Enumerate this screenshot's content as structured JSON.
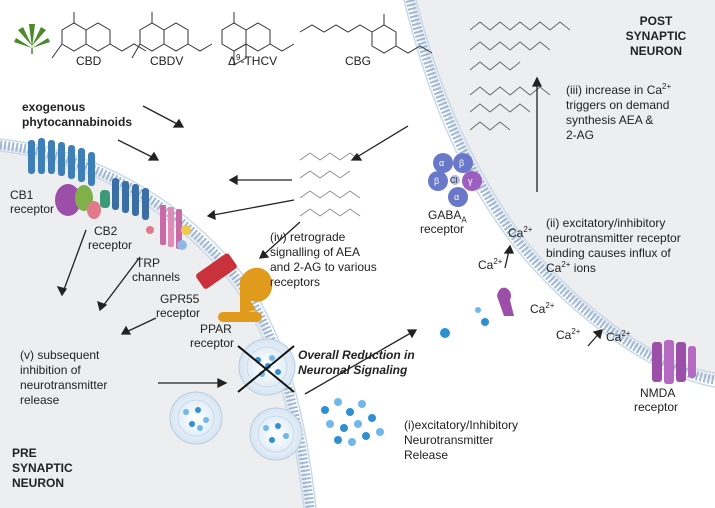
{
  "molecules": {
    "cbd": "CBD",
    "cbdv": "CBDV",
    "thcv_delta": "Δ",
    "thcv_sup": "9",
    "thcv_rest": "-THCV",
    "cbg": "CBG"
  },
  "exogenous": {
    "line1": "exogenous",
    "line2": "phytocannabinoids"
  },
  "post_neuron": {
    "line1": "POST",
    "line2": "SYNAPTIC",
    "line3": "NEURON"
  },
  "pre_neuron": {
    "line1": "PRE",
    "line2": "SYNAPTIC",
    "line3": "NEURON"
  },
  "step_iii": {
    "line1_a": "(iii) increase in Ca",
    "sup": "2+",
    "line2": "triggers on demand",
    "line3": "synthesis AEA &",
    "line4": "2-AG"
  },
  "step_ii": {
    "line1": "(ii) excitatory/inhibitory",
    "line2": "neurotransmitter receptor",
    "line3": "binding causes influx of",
    "line4_a": "Ca",
    "line4_sup": "2+",
    "line4_b": " ions"
  },
  "step_iv": {
    "line1": "(iv) retrograde",
    "line2": "signalling of AEA",
    "line3": "and 2-AG to various",
    "line4": "receptors"
  },
  "step_v": {
    "line1": "(v) subsequent",
    "line2": "inhibition of",
    "line3": "neurotransmitter",
    "line4": "release"
  },
  "step_i": {
    "line1": "(i)excitatory/Inhibitory",
    "line2": "Neurotransmitter",
    "line3": "Release"
  },
  "overall": {
    "line1": "Overall Reduction in",
    "line2": "Neuronal Signaling"
  },
  "receptors": {
    "cb1_1": "CB1",
    "cb1_2": "receptor",
    "cb2_1": "CB2",
    "cb2_2": "receptor",
    "trp_1": "TRP",
    "trp_2": "channels",
    "gpr55_1": "GPR55",
    "gpr55_2": "receptor",
    "ppar_1": "PPAR",
    "ppar_2": "receptor",
    "gaba_1": "GABA",
    "gaba_sub": "A",
    "gaba_2": "receptor",
    "nmda_1": "NMDA",
    "nmda_2": "receptor"
  },
  "gaba_subunits": {
    "a1": "α",
    "b1": "β",
    "b2": "β",
    "a2": "α",
    "g": "γ",
    "cl": "Cl"
  },
  "calcium": {
    "base": "Ca",
    "sup": "2+"
  },
  "colors": {
    "membrane": "#9db8d6",
    "cytoplasm": "#eceef0",
    "cb1": "#3e7fb8",
    "cb2": "#a06cb0",
    "gpr55": "#c9323a",
    "ppar": "#e09a1c",
    "nmda": "#9c4fa8",
    "vesicle": "#2f8fd0",
    "leaf": "#4a8a2a"
  }
}
